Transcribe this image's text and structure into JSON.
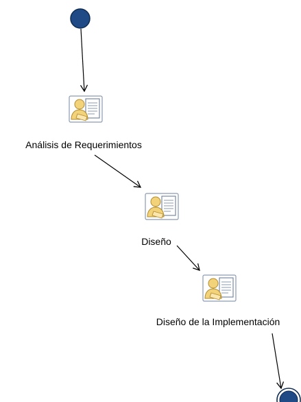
{
  "diagram": {
    "activities": [
      {
        "label": "Análisis de Requerimientos",
        "icon": "worker-document-icon"
      },
      {
        "label": "Diseño",
        "icon": "worker-document-icon"
      },
      {
        "label": "Diseño de la Implementación",
        "icon": "worker-document-icon"
      }
    ],
    "start_node": "initial-node",
    "end_node": "final-node",
    "colors": {
      "node_fill": "#1f4a86",
      "node_stroke": "#0f2b52",
      "edge": "#000000",
      "icon_fill": "#f3d37a",
      "icon_stroke": "#8a9ab0"
    }
  }
}
